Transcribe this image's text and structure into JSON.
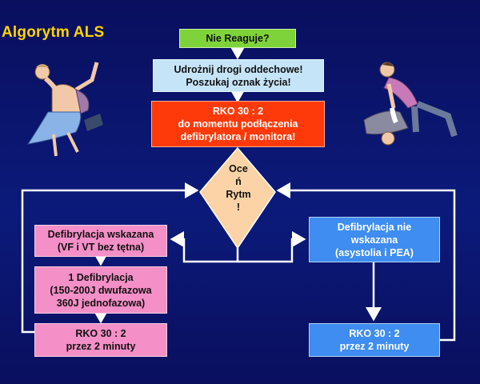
{
  "title": "Algorytm ALS",
  "boxes": {
    "no_response": "Nie Reaguje?",
    "airway": "Udrożnij drogi oddechowe!\nPoszukaj oznak życia!",
    "cpr": "RKO 30 : 2\ndo momentu podłączenia\ndefibrylatora / monitora!",
    "assess": "Oce\nń\nRytm\n!",
    "shockable": "Defibrylacja wskazana\n(VF i VT bez tętna)",
    "one_shock": "1 Defibrylacja\n(150-200J dwufazowa\n360J jednofazowa)",
    "cpr_left": "RKO 30 : 2\nprzez 2 minuty",
    "nonshockable": "Defibrylacja nie\nwskazana\n(asystolia i PEA)",
    "cpr_right": "RKO 30 : 2\nprzez 2 minuty"
  },
  "colors": {
    "title": "#ffd400",
    "green": "#7fd33a",
    "lightblue": "#c6e4f7",
    "red": "#ff3a0a",
    "pink": "#f58fc7",
    "blue": "#3f8df0",
    "diamond": "#fbd3a6"
  },
  "illustrations": {
    "left": "collapsing-person-illustration",
    "right": "cpr-rescuer-illustration"
  }
}
